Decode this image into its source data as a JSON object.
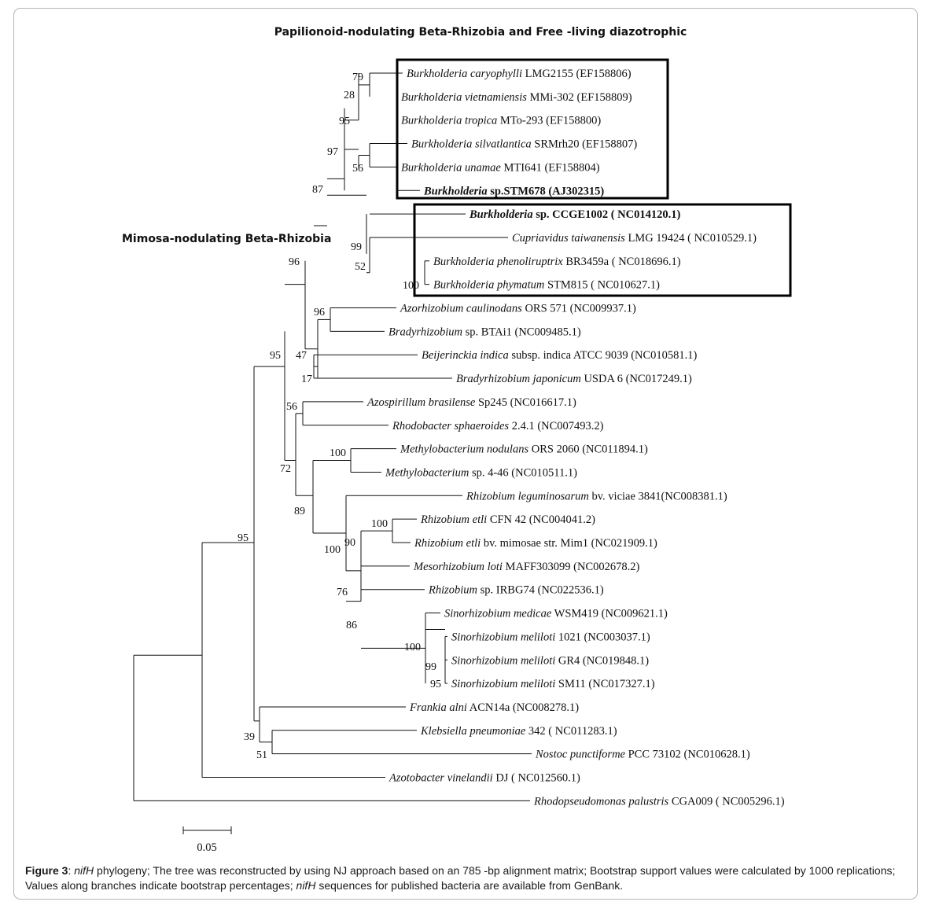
{
  "titles": {
    "top": "Papilionoid-nodulating Beta-Rhizobia and Free -living diazotrophic",
    "side": "Mimosa-nodulating Beta-Rhizobia"
  },
  "taxa": [
    {
      "genus": "Burkholderia caryophylli",
      "rest": " LMG2155 (EF158806)",
      "bold": false
    },
    {
      "genus": "Burkholderia vietnamiensis",
      "rest": " MMi-302 (EF158809)",
      "bold": false
    },
    {
      "genus": "Burkholderia tropica",
      "rest": " MTo-293 (EF158800)",
      "bold": false
    },
    {
      "genus": "Burkholderia silvatlantica",
      "rest": " SRMrh20 (EF158807)",
      "bold": false
    },
    {
      "genus": "Burkholderia unamae",
      "rest": " MTI641 (EF158804)",
      "bold": false
    },
    {
      "genus": "Burkholderia",
      "rest": " sp.STM678 (AJ302315)",
      "bold": true
    },
    {
      "genus": "Burkholderia",
      "rest": " sp. CCGE1002 ( NC014120.1)",
      "bold": true
    },
    {
      "genus": "Cupriavidus taiwanensis",
      "rest": " LMG 19424 ( NC010529.1)",
      "bold": false
    },
    {
      "genus": "Burkholderia phenoliruptrix",
      "rest": " BR3459a ( NC018696.1)",
      "bold": false
    },
    {
      "genus": "Burkholderia phymatum",
      "rest": " STM815 ( NC010627.1)",
      "bold": false
    },
    {
      "genus": "Azorhizobium caulinodans",
      "rest": " ORS 571 (NC009937.1)",
      "bold": false
    },
    {
      "genus": "Bradyrhizobium",
      "rest": " sp. BTAi1 (NC009485.1)",
      "bold": false
    },
    {
      "genus": "Beijerinckia indica",
      "rest": " subsp. indica ATCC 9039 (NC010581.1)",
      "bold": false
    },
    {
      "genus": "Bradyrhizobium japonicum",
      "rest": " USDA 6 (NC017249.1)",
      "bold": false
    },
    {
      "genus": "Azospirillum brasilense",
      "rest": " Sp245 (NC016617.1)",
      "bold": false
    },
    {
      "genus": "Rhodobacter sphaeroides",
      "rest": " 2.4.1 (NC007493.2)",
      "bold": false
    },
    {
      "genus": "Methylobacterium nodulans",
      "rest": " ORS 2060 (NC011894.1)",
      "bold": false
    },
    {
      "genus": "Methylobacterium",
      "rest": " sp. 4-46 (NC010511.1)",
      "bold": false
    },
    {
      "genus": "Rhizobium leguminosarum",
      "rest": " bv. viciae 3841(NC008381.1)",
      "bold": false
    },
    {
      "genus": "Rhizobium etli",
      "rest": " CFN 42 (NC004041.2)",
      "bold": false
    },
    {
      "genus": "Rhizobium etli",
      "rest": " bv. mimosae str. Mim1 (NC021909.1)",
      "bold": false
    },
    {
      "genus": "Mesorhizobium loti",
      "rest": " MAFF303099 (NC002678.2)",
      "bold": false
    },
    {
      "genus": "Rhizobium",
      "rest": " sp. IRBG74 (NC022536.1)",
      "bold": false
    },
    {
      "genus": "Sinorhizobium medicae",
      "rest": " WSM419 (NC009621.1)",
      "bold": false
    },
    {
      "genus": "Sinorhizobium meliloti",
      "rest": " 1021 (NC003037.1)",
      "bold": false
    },
    {
      "genus": "Sinorhizobium meliloti",
      "rest": " GR4 (NC019848.1)",
      "bold": false
    },
    {
      "genus": "Sinorhizobium meliloti",
      "rest": " SM11 (NC017327.1)",
      "bold": false
    },
    {
      "genus": "Frankia alni",
      "rest": " ACN14a (NC008278.1)",
      "bold": false
    },
    {
      "genus": "Klebsiella pneumoniae",
      "rest": " 342 ( NC011283.1)",
      "bold": false
    },
    {
      "genus": "Nostoc punctiforme",
      "rest": " PCC 73102 (NC010628.1)",
      "bold": false
    },
    {
      "genus": "Azotobacter vinelandii",
      "rest": " DJ ( NC012560.1)",
      "bold": false
    },
    {
      "genus": "Rhodopseudomonas palustris",
      "rest": " CGA009    ( NC005296.1)",
      "bold": false
    }
  ],
  "bootstrap": [
    "79",
    "28",
    "95",
    "56",
    "97",
    "87",
    "99",
    "52",
    "100",
    "96",
    "96",
    "47",
    "17",
    "95",
    "56",
    "72",
    "100",
    "89",
    "100",
    "90",
    "100",
    "76",
    "86",
    "100",
    "99",
    "95",
    "95",
    "39",
    "51"
  ],
  "scale": {
    "label": "0.05"
  },
  "caption": {
    "label": "Figure 3",
    "sep": ": ",
    "gene": "nifH",
    "text1": " phylogeny; The tree was reconstructed by using NJ approach based on an 785 -bp alignment matrix; Bootstrap support values were calculated by 1000 replications; Values along branches indicate bootstrap percentages; ",
    "gene2": "nifH",
    "text2": " sequences for published bacteria are available from GenBank."
  }
}
